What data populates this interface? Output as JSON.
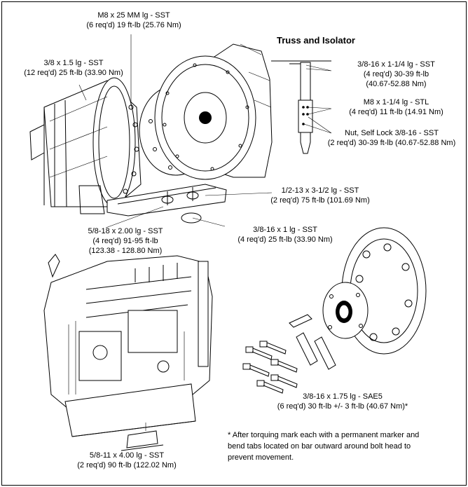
{
  "callouts": {
    "m8_25": {
      "line1": "M8 x 25 MM lg - SST",
      "line2": "(6 req'd) 19 ft-lb (25.76 Nm)"
    },
    "three_eighths_1_5": {
      "line1": "3/8 x 1.5 lg - SST",
      "line2": "(12 req'd) 25 ft-lb (33.90 Nm)"
    },
    "half_13": {
      "line1": "1/2-13 x 3-1/2 lg - SST",
      "line2": "(2 req'd) 75 ft-lb (101.69 Nm)"
    },
    "five_eighths_18": {
      "line1": "5/8-18 x 2.00 lg - SST",
      "line2": "(4 req'd) 91-95 ft-lb",
      "line3": "(123.38 - 128.80 Nm)"
    },
    "three_eighths_16_1": {
      "line1": "3/8-16 x 1 lg - SST",
      "line2": "(4 req'd) 25 ft-lb (33.90 Nm)"
    },
    "three_eighths_16_175": {
      "line1": "3/8-16 x 1.75 lg - SAE5",
      "line2": "(6 req'd) 30 ft-lb +/- 3 ft-lb (40.67 Nm)*"
    },
    "five_eighths_11": {
      "line1": "5/8-11 x 4.00 lg - SST",
      "line2": "(2 req'd) 90 ft-lb (122.02 Nm)"
    }
  },
  "truss": {
    "title": "Truss and Isolator",
    "c1": {
      "line1": "3/8-16 x 1-1/4 lg - SST",
      "line2": "(4 req'd) 30-39 ft-lb",
      "line3": "(40.67-52.88 Nm)"
    },
    "c2": {
      "line1": "M8 x 1-1/4 lg - STL",
      "line2": "(4 req'd) 11 ft-lb (14.91 Nm)"
    },
    "c3": {
      "line1": "Nut, Self Lock 3/8-16 - SST",
      "line2": "(2 req'd) 30-39 ft-lb (40.67-52.88 Nm)"
    }
  },
  "footnote": {
    "line1": "* After torquing mark each with a permanent marker and",
    "line2": "bend tabs located on bar outward around bolt head to",
    "line3": "prevent movement."
  }
}
